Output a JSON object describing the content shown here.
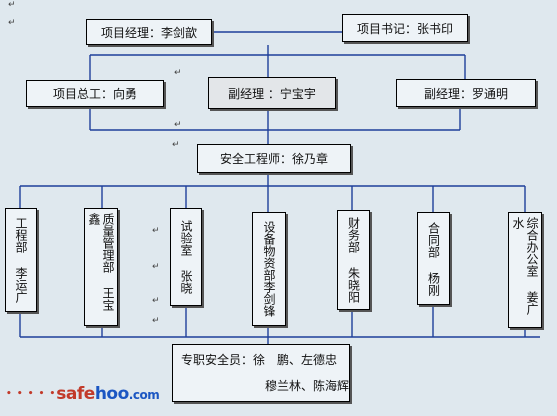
{
  "org_chart": {
    "manager": "项目经理：李剑歆",
    "secretary": "项目书记：张书印",
    "chief_engineer": "项目总工：向勇",
    "deputy_manager_1": "副经理 ：宁宝宇",
    "deputy_manager_2": "副经理：罗通明",
    "safety_engineer": "安全工程师：徐乃章",
    "departments": [
      "工程部 李运广",
      "质量管理部 王宝鑫",
      "试验室 张晓",
      "设备物资部李剑锋",
      "财务部 朱晓阳",
      "合同部 杨刚",
      "综合办公室 姜广水"
    ],
    "staff_label_line1": "专职安全员：徐　鹏、左德忠",
    "staff_label_line2": "穆兰林、陈海辉"
  },
  "watermark": {
    "brand_red": "safe",
    "brand_blue": "hoo",
    "suffix": ".com"
  },
  "colors": {
    "connector": "#1f3f9a",
    "background": "#dfe8ee",
    "box_fill": "#eef3f7"
  }
}
